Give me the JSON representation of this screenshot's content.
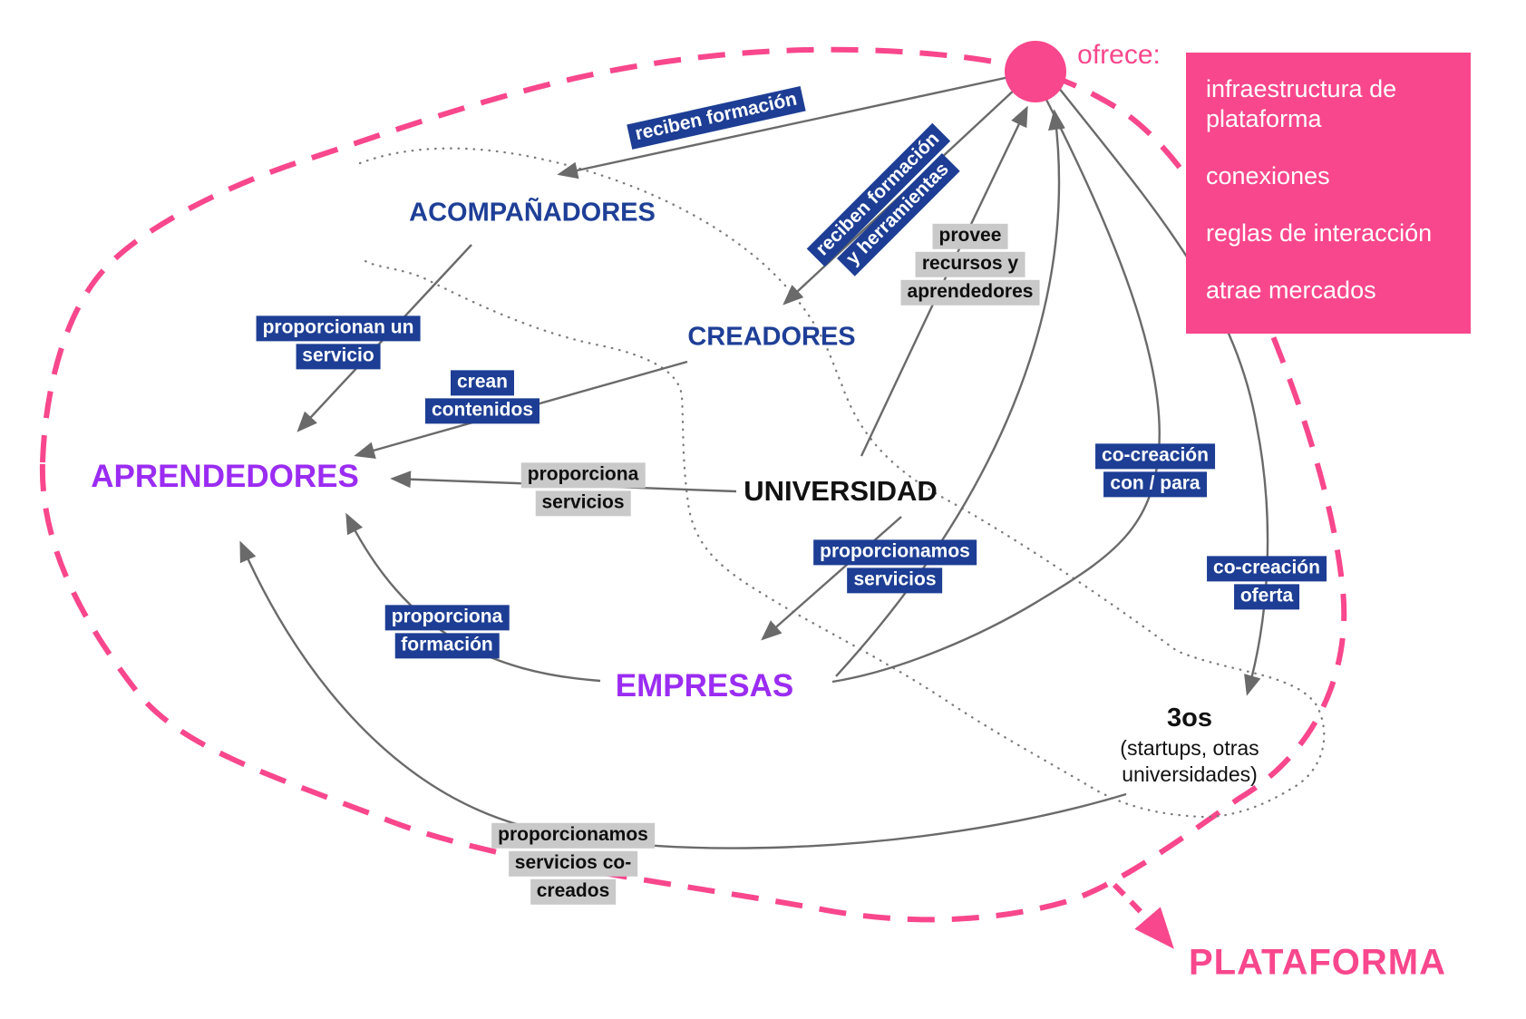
{
  "diagram": {
    "platform": {
      "name": "PLATAFORMA",
      "offers_label": "ofrece:",
      "offers": [
        "infraestructura de plataforma",
        "conexiones",
        "reglas de interacción",
        "atrae mercados"
      ]
    },
    "nodes": {
      "acompanadores": "ACOMPAÑADORES",
      "creadores": "CREADORES",
      "aprendedores": "APRENDEDORES",
      "universidad": "UNIVERSIDAD",
      "empresas": "EMPRESAS",
      "terceros": {
        "title": "3os",
        "subtitle": "(startups, otras universidades)"
      }
    },
    "labels": {
      "reciben_formacion": {
        "lines": [
          "reciben formación"
        ]
      },
      "reciben_formacion_herramientas": {
        "lines": [
          "reciben formación",
          "y herramientas"
        ]
      },
      "proporcionan_un_servicio": {
        "lines": [
          "proporcionan un",
          "servicio"
        ]
      },
      "crean_contenidos": {
        "lines": [
          "crean",
          "contenidos"
        ]
      },
      "proporciona_servicios": {
        "lines": [
          "proporciona",
          "servicios"
        ]
      },
      "provee_recursos": {
        "lines": [
          "provee",
          "recursos y",
          "aprendedores"
        ]
      },
      "proporcionamos_servicios": {
        "lines": [
          "proporcionamos",
          "servicios"
        ]
      },
      "proporciona_formacion": {
        "lines": [
          "proporciona",
          "formación"
        ]
      },
      "co_creacion_con_para": {
        "lines": [
          "co-creación",
          "con / para"
        ]
      },
      "co_creacion_oferta": {
        "lines": [
          "co-creación",
          "oferta"
        ]
      },
      "proporcionamos_co_creados": {
        "lines": [
          "proporcionamos",
          "servicios co-",
          "creados"
        ]
      }
    },
    "edges": [
      {
        "from": "PLATAFORMA",
        "to": "ACOMPAÑADORES",
        "label": "reciben formación"
      },
      {
        "from": "PLATAFORMA",
        "to": "CREADORES",
        "label": "reciben formación y herramientas"
      },
      {
        "from": "ACOMPAÑADORES",
        "to": "APRENDEDORES",
        "label": "proporcionan un servicio"
      },
      {
        "from": "CREADORES",
        "to": "APRENDEDORES",
        "label": "crean contenidos"
      },
      {
        "from": "UNIVERSIDAD",
        "to": "APRENDEDORES",
        "label": "proporciona servicios"
      },
      {
        "from": "UNIVERSIDAD",
        "to": "PLATAFORMA",
        "label": "provee recursos y aprendedores"
      },
      {
        "from": "UNIVERSIDAD",
        "to": "EMPRESAS",
        "label": "proporcionamos servicios"
      },
      {
        "from": "EMPRESAS",
        "to": "PLATAFORMA",
        "label": ""
      },
      {
        "from": "EMPRESAS",
        "to": "APRENDEDORES",
        "label": "proporciona formación"
      },
      {
        "from": "3os",
        "to": "APRENDEDORES",
        "label": "proporcionamos servicios co-creados"
      },
      {
        "from": "PLATAFORMA",
        "to": "EMPRESAS",
        "label": "co-creación con / para"
      },
      {
        "from": "PLATAFORMA",
        "to": "3os",
        "label": "co-creación oferta"
      }
    ],
    "colors": {
      "pink": "#f8478c",
      "navy_box": "#1d3e94",
      "navy_text": "#1e3f97",
      "purple": "#9b2cf2",
      "gray_label_bg": "#c9c9c9",
      "line_gray": "#6a6a6a"
    }
  }
}
